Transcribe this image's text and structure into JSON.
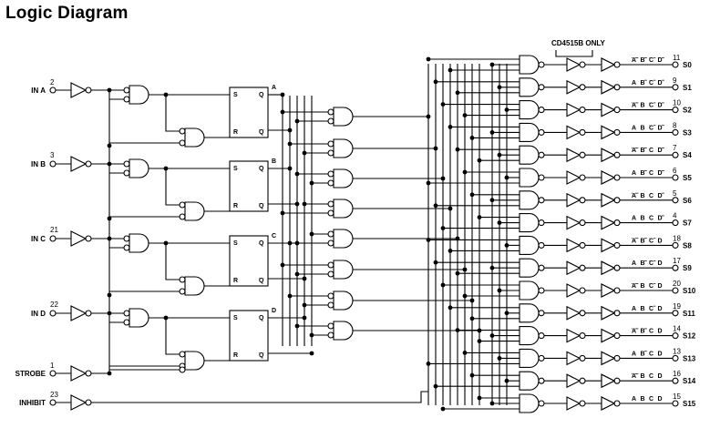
{
  "title": "Logic Diagram",
  "note": "CD4515B ONLY",
  "inputs": [
    {
      "name": "IN A",
      "pin": "2"
    },
    {
      "name": "IN B",
      "pin": "3"
    },
    {
      "name": "IN C",
      "pin": "21"
    },
    {
      "name": "IN D",
      "pin": "22"
    },
    {
      "name": "STROBE",
      "pin": "1"
    },
    {
      "name": "INHIBIT",
      "pin": "23"
    }
  ],
  "flip_flops": [
    {
      "s": "S",
      "r": "R",
      "q": "Q",
      "qb": "Q",
      "out": "A"
    },
    {
      "s": "S",
      "r": "R",
      "q": "Q",
      "qb": "Q",
      "out": "B"
    },
    {
      "s": "S",
      "r": "R",
      "q": "Q",
      "qb": "Q",
      "out": "C"
    },
    {
      "s": "S",
      "r": "R",
      "q": "Q",
      "qb": "Q",
      "out": "D"
    }
  ],
  "outputs": [
    {
      "name": "S0",
      "pin": "11",
      "code": "ABCD",
      "bars": [
        1,
        1,
        1,
        1
      ]
    },
    {
      "name": "S1",
      "pin": "9",
      "code": "ABCD",
      "bars": [
        0,
        1,
        1,
        1
      ]
    },
    {
      "name": "S2",
      "pin": "10",
      "code": "ABCD",
      "bars": [
        1,
        0,
        1,
        1
      ]
    },
    {
      "name": "S3",
      "pin": "8",
      "code": "ABCD",
      "bars": [
        0,
        0,
        1,
        1
      ]
    },
    {
      "name": "S4",
      "pin": "7",
      "code": "ABCD",
      "bars": [
        1,
        1,
        0,
        1
      ]
    },
    {
      "name": "S5",
      "pin": "6",
      "code": "ABCD",
      "bars": [
        0,
        1,
        0,
        1
      ]
    },
    {
      "name": "S6",
      "pin": "5",
      "code": "ABCD",
      "bars": [
        1,
        0,
        0,
        1
      ]
    },
    {
      "name": "S7",
      "pin": "4",
      "code": "ABCD",
      "bars": [
        0,
        0,
        0,
        1
      ]
    },
    {
      "name": "S8",
      "pin": "18",
      "code": "ABCD",
      "bars": [
        1,
        1,
        1,
        0
      ]
    },
    {
      "name": "S9",
      "pin": "17",
      "code": "ABCD",
      "bars": [
        0,
        1,
        1,
        0
      ]
    },
    {
      "name": "S10",
      "pin": "20",
      "code": "ABCD",
      "bars": [
        1,
        0,
        1,
        0
      ]
    },
    {
      "name": "S11",
      "pin": "19",
      "code": "ABCD",
      "bars": [
        0,
        0,
        1,
        0
      ]
    },
    {
      "name": "S12",
      "pin": "14",
      "code": "ABCD",
      "bars": [
        1,
        1,
        0,
        0
      ]
    },
    {
      "name": "S13",
      "pin": "13",
      "code": "ABCD",
      "bars": [
        0,
        1,
        0,
        0
      ]
    },
    {
      "name": "S14",
      "pin": "16",
      "code": "ABCD",
      "bars": [
        1,
        0,
        0,
        0
      ]
    },
    {
      "name": "S15",
      "pin": "15",
      "code": "ABCD",
      "bars": [
        0,
        0,
        0,
        0
      ]
    }
  ],
  "line_color": "#000000"
}
